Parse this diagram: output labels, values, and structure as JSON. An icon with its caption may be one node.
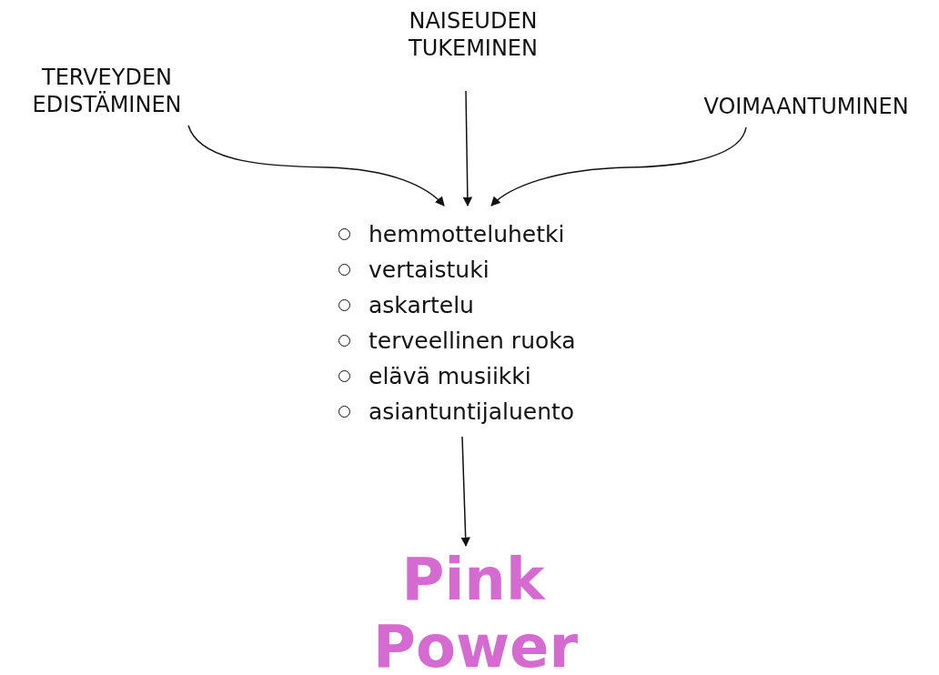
{
  "diagram": {
    "nodes": [
      {
        "text": [
          "TERVEYDEN EDISTÄMINEN"
        ]
      },
      {
        "text": [
          "NAISEUDEN TUKEMINEN"
        ]
      },
      {
        "text": [
          "VOIMAANTUMINEN"
        ]
      },
      {
        "text": [
          "hemmotteluhetki",
          "vertaistuki",
          "askartelu",
          "terveellinen ruoka",
          "elävä musiikki",
          "asiantuntijaluento"
        ]
      },
      {
        "text": [
          "Pink Power"
        ]
      }
    ],
    "edges": [
      {
        "from": 0,
        "to": 3,
        "arrow": "to"
      },
      {
        "from": 1,
        "to": 3,
        "arrow": "to"
      },
      {
        "from": 2,
        "to": 3,
        "arrow": "to"
      },
      {
        "from": 3,
        "to": 4,
        "arrow": "to"
      }
    ]
  }
}
